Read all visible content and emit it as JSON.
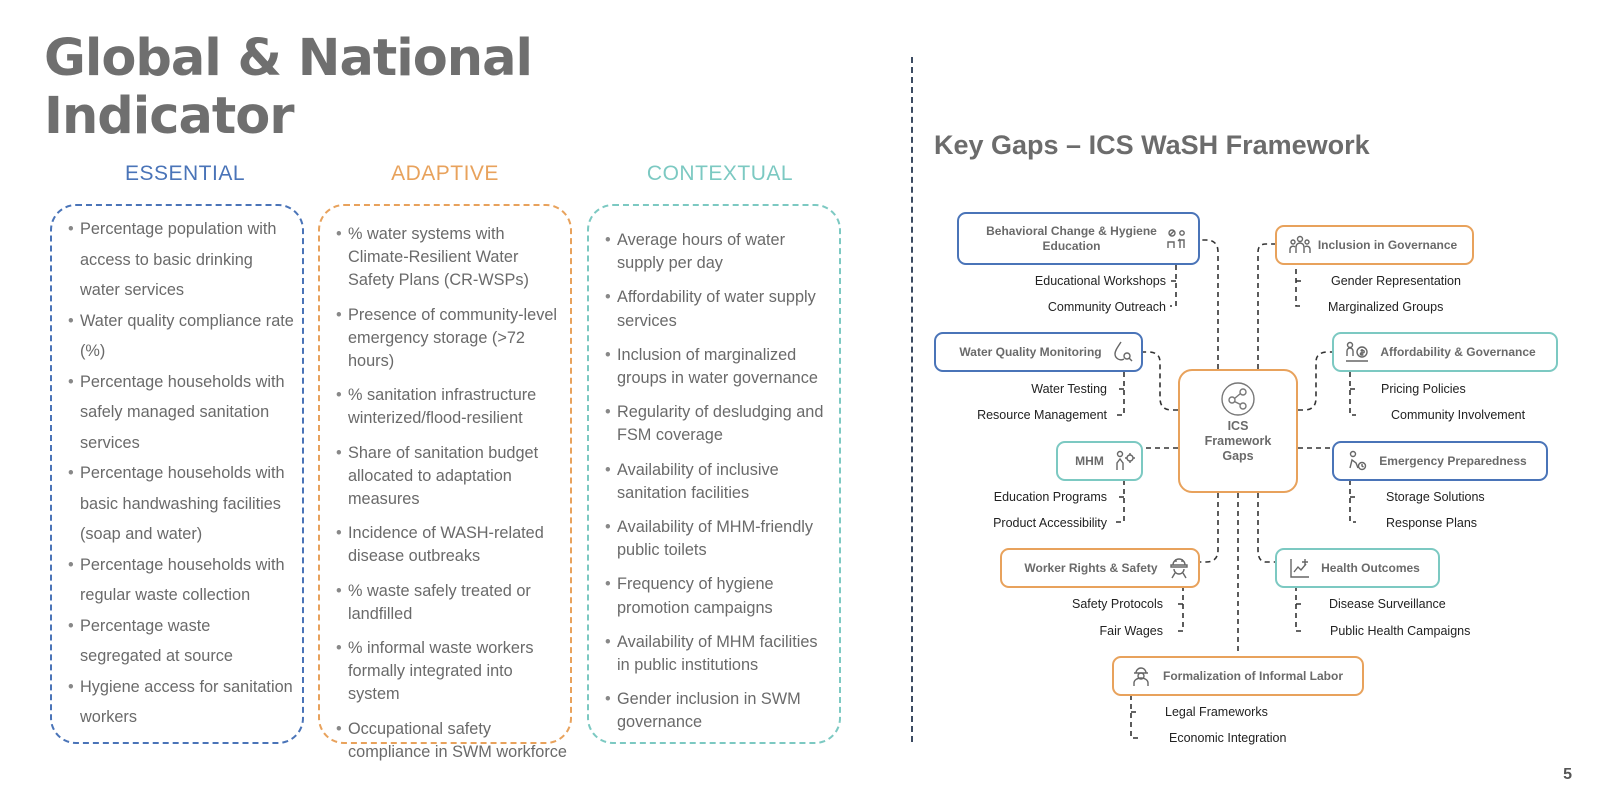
{
  "title": "Global & National Indicator",
  "columns": {
    "essential": {
      "heading": "ESSENTIAL",
      "color": "#4a74b8",
      "items": [
        "Percentage population with access to basic drinking water services",
        "Water quality compliance rate (%)",
        "Percentage households with safely managed sanitation services",
        "Percentage households with basic handwashing facilities (soap and water)",
        "Percentage households with regular waste collection",
        "Percentage waste segregated at source",
        "Hygiene access for sanitation workers"
      ]
    },
    "adaptive": {
      "heading": "ADAPTIVE",
      "color": "#e8a25c",
      "items": [
        "% water systems with Climate-Resilient Water Safety Plans (CR-WSPs)",
        "Presence of community-level emergency storage (>72 hours)",
        "% sanitation infrastructure winterized/flood-resilient",
        "Share of sanitation budget allocated to adaptation measures",
        "Incidence of WASH-related disease outbreaks",
        "% waste safely treated or landfilled",
        "% informal waste workers formally integrated into system",
        "Occupational safety compliance in SWM workforce"
      ]
    },
    "contextual": {
      "heading": "CONTEXTUAL",
      "color": "#7cc9c2",
      "items": [
        "Average hours of water supply per day",
        "Affordability of water supply services",
        "Inclusion of marginalized groups in water governance",
        "Regularity of desludging and FSM coverage",
        "Availability of inclusive sanitation facilities",
        "Availability of MHM-friendly public toilets",
        "Frequency of hygiene promotion campaigns",
        "Availability of MHM facilities in public institutions",
        "Gender inclusion in SWM governance"
      ]
    }
  },
  "gaps": {
    "title": "Key Gaps – ICS WaSH Framework",
    "center_label": "ICS Framework Gaps",
    "nodes": {
      "behavior": {
        "label": "Behavioral Change & Hygiene Education",
        "icon": "hygiene-icon",
        "color": "#4a74b8",
        "subs": [
          "Educational Workshops",
          "Community Outreach"
        ]
      },
      "inclusion": {
        "label": "Inclusion in Governance",
        "icon": "group-icon",
        "color": "#e8a25c",
        "subs": [
          "Gender Representation",
          "Marginalized Groups"
        ]
      },
      "water": {
        "label": "Water Quality Monitoring",
        "icon": "water-drop-icon",
        "color": "#4a74b8",
        "subs": [
          "Water Testing",
          "Resource Management"
        ]
      },
      "afford": {
        "label": "Affordability & Governance",
        "icon": "money-icon",
        "color": "#7cc9c2",
        "subs": [
          "Pricing Policies",
          "Community Involvement"
        ]
      },
      "mhm": {
        "label": "MHM",
        "icon": "person-gear-icon",
        "color": "#7cc9c2",
        "subs": [
          "Education Programs",
          "Product Accessibility"
        ]
      },
      "emergency": {
        "label": "Emergency Preparedness",
        "icon": "emergency-icon",
        "color": "#4a74b8",
        "subs": [
          "Storage Solutions",
          "Response Plans"
        ]
      },
      "worker": {
        "label": "Worker Rights & Safety",
        "icon": "helmet-icon",
        "color": "#e8a25c",
        "subs": [
          "Safety Protocols",
          "Fair Wages"
        ]
      },
      "health": {
        "label": "Health Outcomes",
        "icon": "health-chart-icon",
        "color": "#7cc9c2",
        "subs": [
          "Disease Surveillance",
          "Public Health Campaigns"
        ]
      },
      "labor": {
        "label": "Formalization of Informal Labor",
        "icon": "worker-icon",
        "color": "#e8a25c",
        "subs": [
          "Legal Frameworks",
          "Economic Integration"
        ]
      }
    }
  },
  "page_number": "5"
}
